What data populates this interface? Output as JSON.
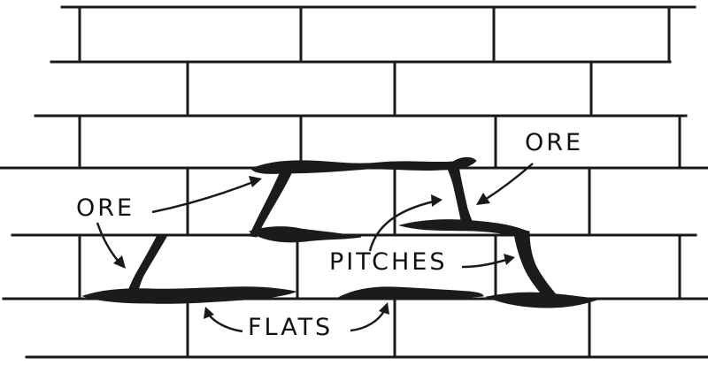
{
  "labels": {
    "ore_left": "ORE",
    "ore_right": "ORE",
    "pitches": "PITCHES",
    "flats": "FLATS"
  },
  "colors": {
    "ink": "#1b1b1b",
    "background": "#ffffff"
  }
}
